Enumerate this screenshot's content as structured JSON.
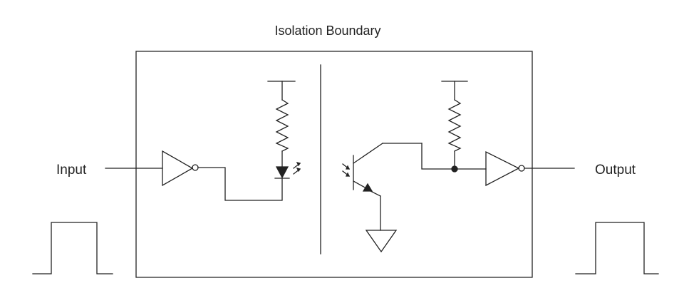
{
  "diagram": {
    "title": "Isolation Boundary",
    "input_label": "Input",
    "output_label": "Output",
    "colors": {
      "stroke": "#222222",
      "background": "#ffffff"
    },
    "components": {
      "input_side": [
        "input-inverter",
        "pullup-resistor-left",
        "led"
      ],
      "output_side": [
        "phototransistor",
        "pullup-resistor-right",
        "output-inverter",
        "ground"
      ]
    }
  }
}
